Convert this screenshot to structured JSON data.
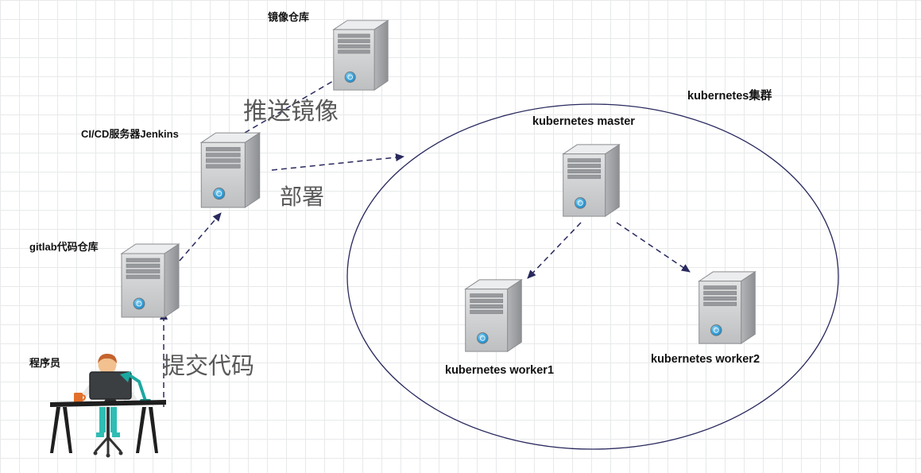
{
  "diagram": {
    "title_hint": "CI/CD pipeline with kubernetes cluster diagram",
    "nodes": {
      "registry": {
        "label": "镜像仓库",
        "icon": "server-icon"
      },
      "jenkins": {
        "label": "CI/CD服务器Jenkins",
        "icon": "server-icon"
      },
      "gitlab": {
        "label": "gitlab代码仓库",
        "icon": "server-icon"
      },
      "programmer": {
        "label": "程序员",
        "icon": "programmer-at-desk-icon"
      },
      "cluster": {
        "label": "kubernetes集群",
        "icon": "ellipse-boundary"
      },
      "master": {
        "label": "kubernetes master",
        "icon": "server-icon"
      },
      "worker1": {
        "label": "kubernetes worker1",
        "icon": "server-icon"
      },
      "worker2": {
        "label": "kubernetes worker2",
        "icon": "server-icon"
      }
    },
    "edges": {
      "commit_code": {
        "label": "提交代码",
        "from": "programmer",
        "to": "gitlab",
        "style": "dashed-arrow"
      },
      "gitlab_to_jenkins": {
        "label": "",
        "from": "gitlab",
        "to": "jenkins",
        "style": "dashed-arrow"
      },
      "push_image": {
        "label": "推送镜像",
        "from": "jenkins",
        "to": "registry",
        "style": "dashed-arrow"
      },
      "deploy": {
        "label": "部署",
        "from": "jenkins",
        "to": "cluster",
        "style": "dashed-arrow"
      },
      "master_to_worker1": {
        "label": "",
        "from": "master",
        "to": "worker1",
        "style": "dashed-arrow"
      },
      "master_to_worker2": {
        "label": "",
        "from": "master",
        "to": "worker2",
        "style": "dashed-arrow"
      }
    },
    "colors": {
      "arrow": "#29295e",
      "cluster_border": "#29295e",
      "big_label_text": "#595959",
      "node_label_text": "#111111",
      "grid_line": "#e7e9ea",
      "server_body": "#d4d5d7",
      "server_side": "#9fa1a4",
      "server_button_blue": "#2f9bd7",
      "person_hair": "#c4622d",
      "person_accent_teal": "#2fbdb4",
      "lamp_teal": "#1ba8a0",
      "mug_orange": "#e2702a"
    }
  }
}
